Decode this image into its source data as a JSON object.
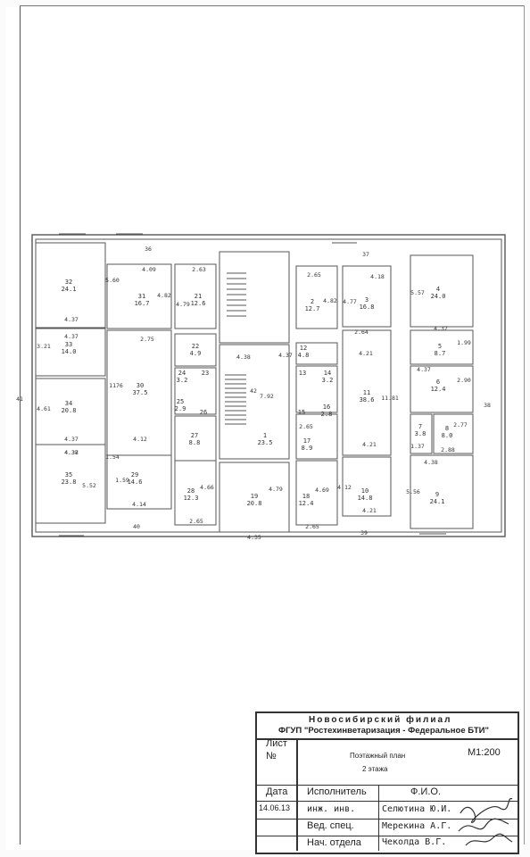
{
  "plan": {
    "rooms": [
      {
        "n": "32",
        "a": "24.1"
      },
      {
        "n": "31",
        "a": "16.7"
      },
      {
        "n": "21",
        "a": "12.6"
      },
      {
        "n": "2",
        "a": "12.7"
      },
      {
        "n": "3",
        "a": "16.8"
      },
      {
        "n": "4",
        "a": "24.0"
      },
      {
        "n": "33",
        "a": "14.0"
      },
      {
        "n": "22",
        "a": "4.9"
      },
      {
        "n": "12",
        "a": "4.8"
      },
      {
        "n": "5",
        "a": "8.7"
      },
      {
        "n": "24",
        "a": "3.2"
      },
      {
        "n": "23",
        "a": ""
      },
      {
        "n": "13",
        "a": ""
      },
      {
        "n": "14",
        "a": "3.2"
      },
      {
        "n": "6",
        "a": "12.4"
      },
      {
        "n": "34",
        "a": "20.8"
      },
      {
        "n": "30",
        "a": "37.5"
      },
      {
        "n": "25",
        "a": "2.9"
      },
      {
        "n": "26",
        "a": ""
      },
      {
        "n": "15",
        "a": ""
      },
      {
        "n": "16",
        "a": "2.8"
      },
      {
        "n": "11",
        "a": "38.6"
      },
      {
        "n": "27",
        "a": "8.8"
      },
      {
        "n": "1",
        "a": "23.5"
      },
      {
        "n": "17",
        "a": "8.9"
      },
      {
        "n": "7",
        "a": "3.8"
      },
      {
        "n": "8",
        "a": "8.0"
      },
      {
        "n": "35",
        "a": "23.8"
      },
      {
        "n": "29",
        "a": "14.6"
      },
      {
        "n": "28",
        "a": "12.3"
      },
      {
        "n": "19",
        "a": "20.8"
      },
      {
        "n": "18",
        "a": "12.4"
      },
      {
        "n": "10",
        "a": "14.8"
      },
      {
        "n": "9",
        "a": "24.1"
      }
    ],
    "dims": [
      "36",
      "37",
      "4.09",
      "2.63",
      "2.65",
      "4.18",
      "5.60",
      "4.82",
      "4.79",
      "4.82",
      "4.77",
      "5.57",
      "4.37",
      "4.37",
      "2.75",
      "2.64",
      "4.37",
      "4.37",
      "3.21",
      "4.38",
      "4.21",
      "1.99",
      "4.37",
      "2.90",
      "41",
      "38",
      "1176",
      "42",
      "7.92",
      "11.81",
      "4.61",
      "2.65",
      "2.77",
      "4.37",
      "4.12",
      "4.38",
      "4.21",
      "1.37",
      "2.88",
      "4.38",
      "1.54",
      "4.37",
      "1.59",
      "4.66",
      "4.79",
      "4.12",
      "4.69",
      "5.56",
      "5.52",
      "4.14",
      "2.65",
      "4.35",
      "2.65",
      "4.21",
      "40",
      "39"
    ]
  },
  "stamp": {
    "org_line1": "Новосибирский филиал",
    "org_line2": "ФГУП \"Ростехинветаризация - Федеральное БТИ\"",
    "sheet_label": "Лист",
    "no_label": "№",
    "scale": "М1:200",
    "plan_title": "Поэтажный план",
    "floor": "2 этажа",
    "date_label": "Дата",
    "date_value": "14.06.13",
    "executor_label": "Исполнитель",
    "fio_label": "Ф.И.О.",
    "executor_role": "инж. инв.",
    "executor_name": "Селютина Ю.И.",
    "ved_label": "Вед. спец.",
    "ved_name": "Мерекина А.Г.",
    "head_label": "Нач. отдела",
    "head_name": "Чеколда В.Г."
  }
}
